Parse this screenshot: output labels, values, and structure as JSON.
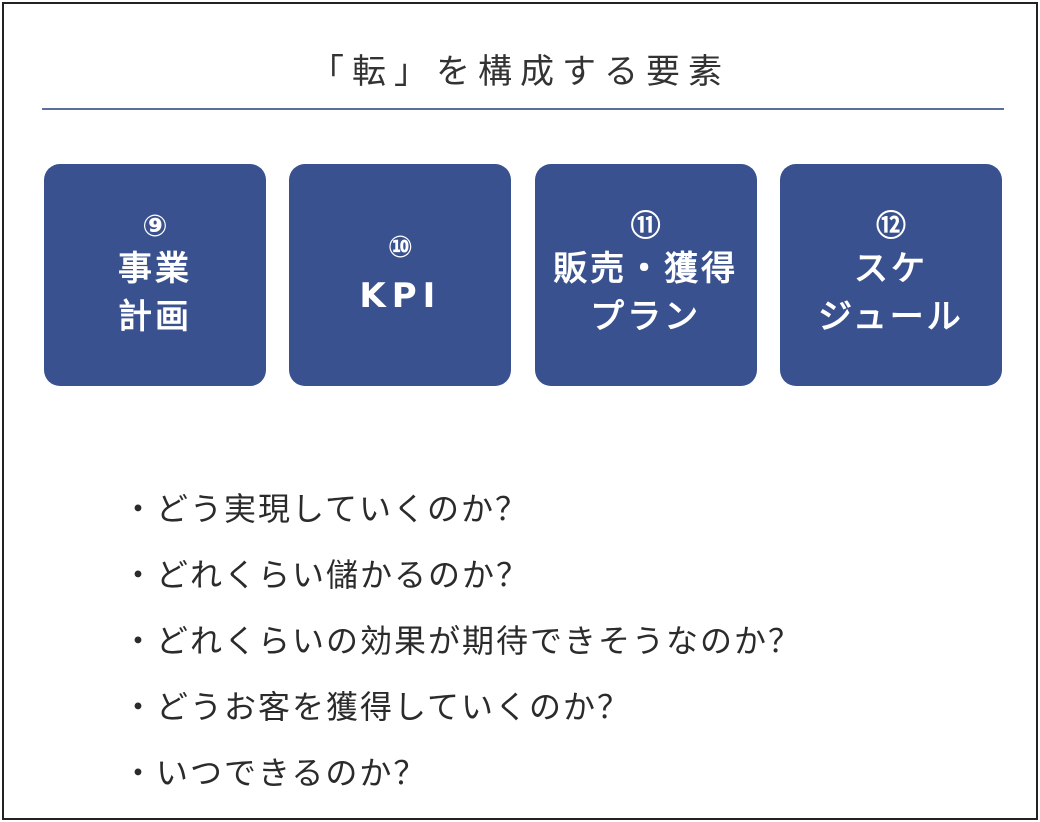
{
  "title": "「転」を構成する要素",
  "cards": [
    {
      "num": "⑨",
      "label": "事業\n計画"
    },
    {
      "num": "⑩",
      "label": "KPI"
    },
    {
      "num": "⑪",
      "label": "販売・獲得\nプラン"
    },
    {
      "num": "⑫",
      "label": "スケ\nジュール"
    }
  ],
  "bullets": [
    "・どう実現していくのか？",
    "・どれくらい儲かるのか？",
    "・どれくらいの効果が期待できそうなのか？",
    "・どうお客を獲得していくのか？",
    "・いつできるのか？"
  ],
  "colors": {
    "card_bg": "#3a5190",
    "rule": "#5a6f9e"
  }
}
